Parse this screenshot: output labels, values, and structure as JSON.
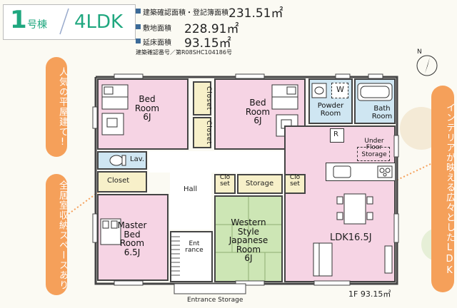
{
  "header": {
    "unit_number": "1",
    "unit_suffix": "号棟",
    "layout_type": "4LDK",
    "specs": [
      {
        "label": "建築確認面積・登記簿面積",
        "value": "231.51㎡"
      },
      {
        "label": "敷地面積",
        "value": "228.91㎡"
      },
      {
        "label": "延床面積",
        "value": "93.15㎡"
      }
    ],
    "permit_number": "建築確認番号／第R08SHC104186号"
  },
  "callouts": {
    "left_top": "人気の平屋建て!",
    "left_bottom": "全居室収納スペースあり",
    "right": "インテリアが映える広々としたLDK"
  },
  "compass": {
    "label": "N"
  },
  "rooms": {
    "bed1": [
      "Bed",
      "Room",
      "6J"
    ],
    "bed2": [
      "Bed",
      "Room",
      "6J"
    ],
    "closet_top": "Closet",
    "closet_mid": "Closet",
    "powder": [
      "Powder",
      "Room"
    ],
    "w_mark": "W",
    "bath": [
      "Bath",
      "Room"
    ],
    "r_mark": "R",
    "under_floor": [
      "Under",
      "Floor",
      "Storage"
    ],
    "lav": "Lav.",
    "closet_master": "Closet",
    "hall": "Hall",
    "closet_a": [
      "Clo",
      "set"
    ],
    "storage": "Storage",
    "closet_b": [
      "Clo",
      "set"
    ],
    "master": [
      "Master",
      "Bed",
      "Room",
      "6.5J"
    ],
    "western": [
      "Western",
      "Style",
      "Japanese",
      "Room",
      "6J"
    ],
    "ldk": "LDK16.5J",
    "entrance": [
      "Ent",
      "rance"
    ],
    "entrance_storage": "Entrance Storage"
  },
  "floor_area": "1F 93.15㎡",
  "colors": {
    "teal_title": "#1fa77f",
    "orange_callout": "#f5a05a",
    "wall": "#444444",
    "room_pink": "#f6d4e4",
    "tatami_green": "#cde6b5"
  }
}
